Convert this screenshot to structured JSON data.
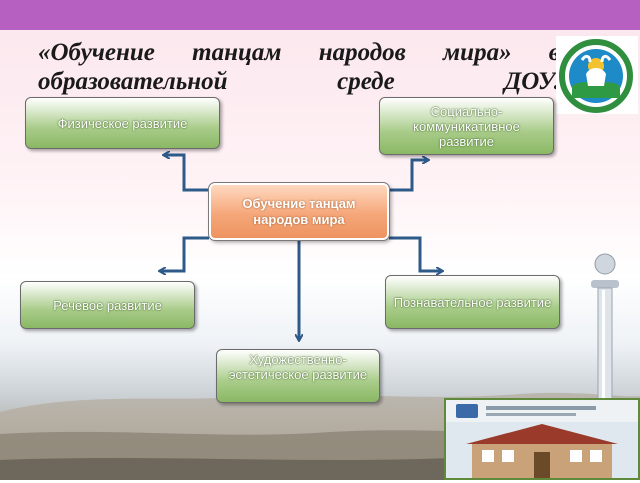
{
  "title": {
    "line1": [
      "«Обучение",
      "танцам",
      "народов",
      "мира»",
      "в"
    ],
    "line2": [
      "образовательной",
      "среде",
      "ДОУ."
    ]
  },
  "diagram": {
    "center": {
      "line1": "Обучение танцам",
      "line2": "народов мира"
    },
    "nodes": {
      "physical": "Физическое развитие",
      "social": "Социально-коммуникативное развитие",
      "speech": "Речевое развитие",
      "cognitive": "Познавательное развитие",
      "art": "Художественно-эстетическое развитие"
    }
  },
  "colors": {
    "header_bar": "#b660c2",
    "node_fill": "#8ab864",
    "center_fill": "#ee9360",
    "connector": "#2e5a8a"
  },
  "icons": {
    "emblem": "coat-of-arms-icon",
    "monument": "tower-monument-icon",
    "building_photo": "kindergarten-building-icon"
  }
}
